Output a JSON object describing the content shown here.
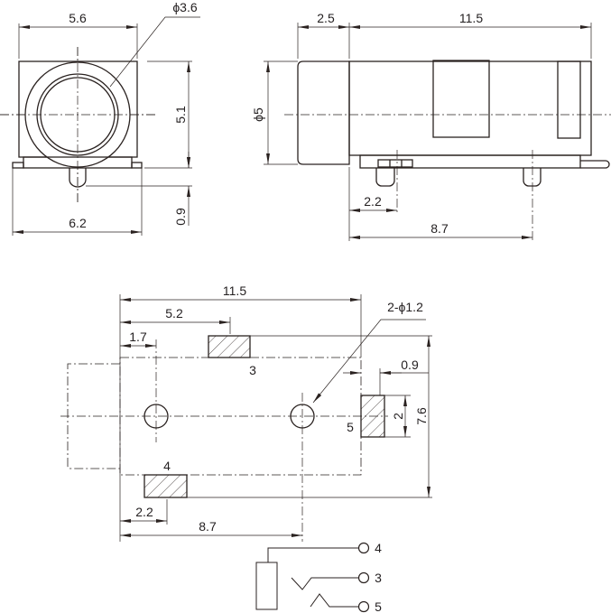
{
  "front_view": {
    "width_top": "5.6",
    "bore_dia": "ϕ3.6",
    "height": "5.1",
    "pin_len": "0.9",
    "width_base": "6.2"
  },
  "side_view": {
    "cap_len": "2.5",
    "body_len": "11.5",
    "cap_dia": "ϕ5",
    "pin1_offset": "2.2",
    "pin2_offset": "8.7"
  },
  "footprint": {
    "overall_len": "11.5",
    "pad3_offset": "5.2",
    "hole1_offset": "1.7",
    "holes": "2-ϕ1.2",
    "pad5_gap": "0.9",
    "pad5_height": "2",
    "overall_width": "7.6",
    "pad4_offset": "2.2",
    "hole2_offset": "8.7",
    "pad_labels": {
      "pad3": "3",
      "pad4": "4",
      "pad5": "5"
    }
  },
  "schematic": {
    "pins": [
      "4",
      "3",
      "5"
    ]
  }
}
